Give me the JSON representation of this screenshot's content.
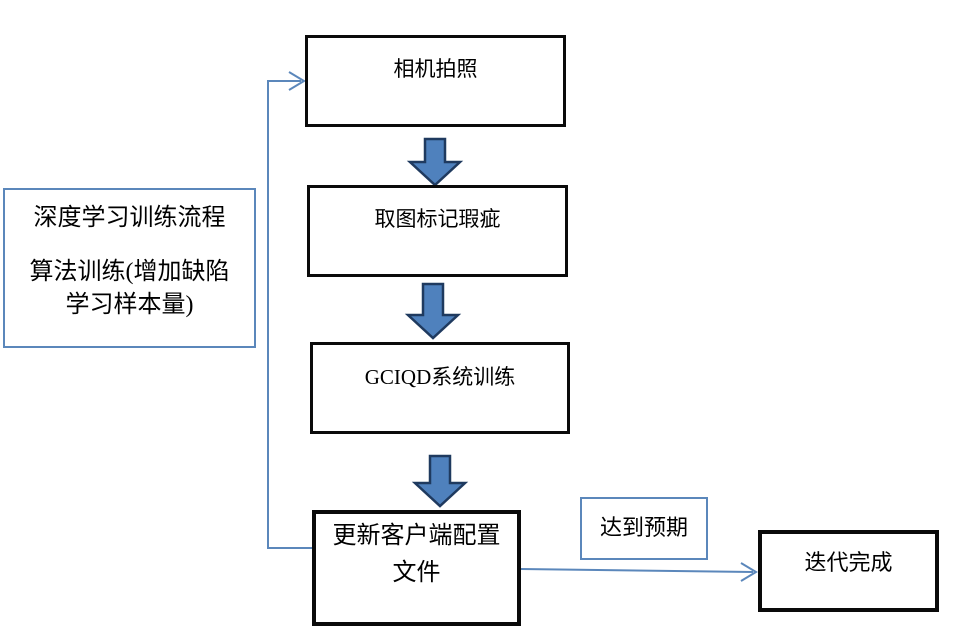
{
  "diagram": {
    "side_note": {
      "lines": [
        "深度学习训练流程",
        "算法训练(增加缺陷",
        "学习样本量)"
      ]
    },
    "steps": {
      "camera": {
        "label": "相机拍照"
      },
      "mark_defects": {
        "label": "取图标记瑕疵"
      },
      "system_training": {
        "label": "GCIQD系统训练"
      },
      "update_config": {
        "lines": [
          "更新客户端配置",
          "文件"
        ]
      },
      "iteration_done": {
        "label": "迭代完成"
      }
    },
    "edge_label": "达到预期"
  },
  "colors": {
    "box_border": "#0a0a0a",
    "line_blue": "#5b87bb",
    "block_arrow_fill": "#4f81bd",
    "block_arrow_border": "#1f3a5f",
    "text": "#000000",
    "background": "#ffffff"
  }
}
